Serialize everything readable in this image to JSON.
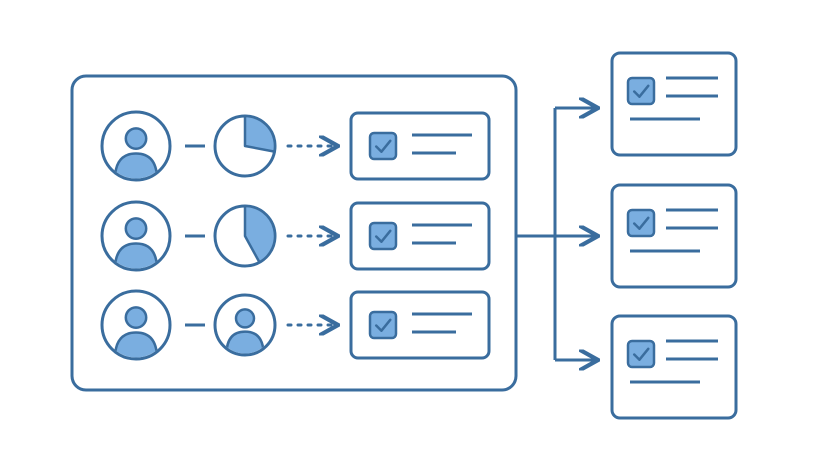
{
  "colors": {
    "stroke": "#3a6d9e",
    "fill": "#7aaee0",
    "background": "#ffffff"
  },
  "icons": {
    "person": "person-icon",
    "pie_progress": "pie-chart-icon",
    "checkbox": "checkbox-icon",
    "arrow": "arrow-icon"
  },
  "rows": [
    {
      "stage": "pie",
      "progress": 0.28
    },
    {
      "stage": "pie",
      "progress": 0.42
    },
    {
      "stage": "person",
      "progress": null
    }
  ],
  "outputs": [
    {
      "has_checkbox": true
    },
    {
      "has_checkbox": true
    },
    {
      "has_checkbox": true
    }
  ]
}
